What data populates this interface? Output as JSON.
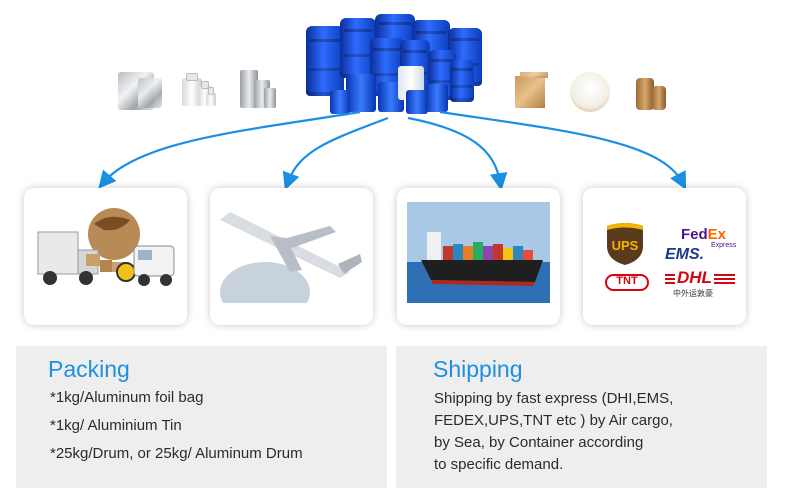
{
  "packing": {
    "title": "Packing",
    "lines": [
      "*1kg/Aluminum foil bag",
      "*1kg/ Aluminium Tin",
      "*25kg/Drum, or 25kg/ Aluminum Drum"
    ]
  },
  "shipping": {
    "title": "Shipping",
    "lines": [
      "Shipping by fast express (DHI,EMS,",
      "FEDEX,UPS,TNT etc ) by Air cargo,",
      "by Sea, by Container according",
      "to specific demand."
    ]
  },
  "logos": {
    "ups": "UPS",
    "fedex_fed": "Fed",
    "fedex_ex": "Ex",
    "fedex_express": "Express",
    "ems": "EMS.",
    "tnt": "TNT",
    "dhl": "DHL",
    "dhl_cn": "中外运敦豪"
  },
  "colors": {
    "accent": "#1e90e0",
    "arrow": "#1a8fe3",
    "panel": "#eeeeee",
    "ups_brown": "#5a3a1c",
    "ups_gold": "#f4b400",
    "fedex_purple": "#4d148c",
    "fedex_orange": "#ff6600",
    "dhl_red": "#d40511",
    "ems_blue": "#1a3a8a"
  }
}
